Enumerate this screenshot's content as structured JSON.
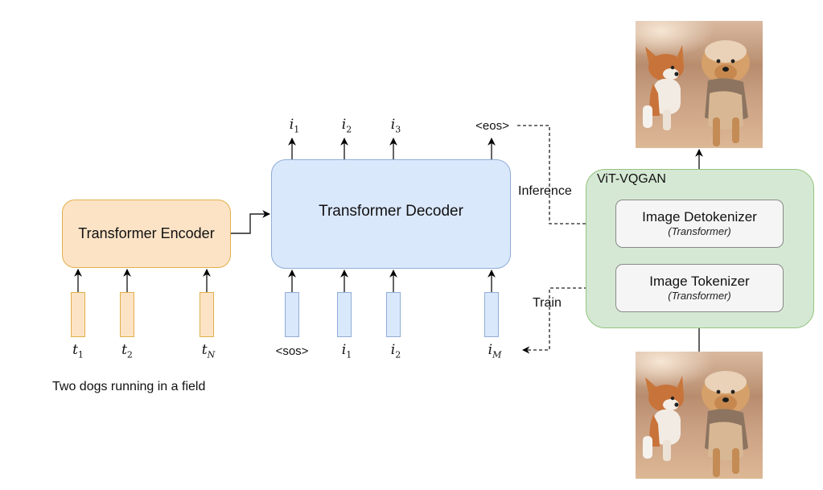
{
  "encoder": {
    "label": "Transformer Encoder",
    "input_tokens": [
      {
        "base": "t",
        "sub": "1"
      },
      {
        "base": "t",
        "sub": "2"
      },
      {
        "base": "t",
        "sub": "N"
      }
    ],
    "caption": "Two dogs running in a field"
  },
  "decoder": {
    "label": "Transformer Decoder",
    "outputs": [
      {
        "base": "i",
        "sub": "1"
      },
      {
        "base": "i",
        "sub": "2"
      },
      {
        "base": "i",
        "sub": "3"
      }
    ],
    "eos_label": "<eos>",
    "sos_label": "<sos>",
    "inputs": [
      {
        "base": "i",
        "sub": "1"
      },
      {
        "base": "i",
        "sub": "2"
      },
      {
        "base": "i",
        "sub": "M"
      }
    ]
  },
  "vitvqgan": {
    "title": "ViT-VQGAN",
    "detokenizer": {
      "label": "Image Detokenizer",
      "sublabel": "(Transformer)"
    },
    "tokenizer": {
      "label": "Image Tokenizer",
      "sublabel": "(Transformer)"
    }
  },
  "flows": {
    "inference_label": "Inference",
    "train_label": "Train"
  },
  "images": {
    "output_image": "photo of two dogs running",
    "input_image": "photo of two dogs running"
  },
  "colors": {
    "encoder_fill": "#fde3c6",
    "encoder_stroke": "#e0b04a",
    "decoder_fill": "#dae8fc",
    "decoder_stroke": "#8fadd6",
    "vqgan_fill": "#d5e8d4",
    "vqgan_stroke": "#93c47d",
    "module_fill": "#f5f5f5"
  }
}
